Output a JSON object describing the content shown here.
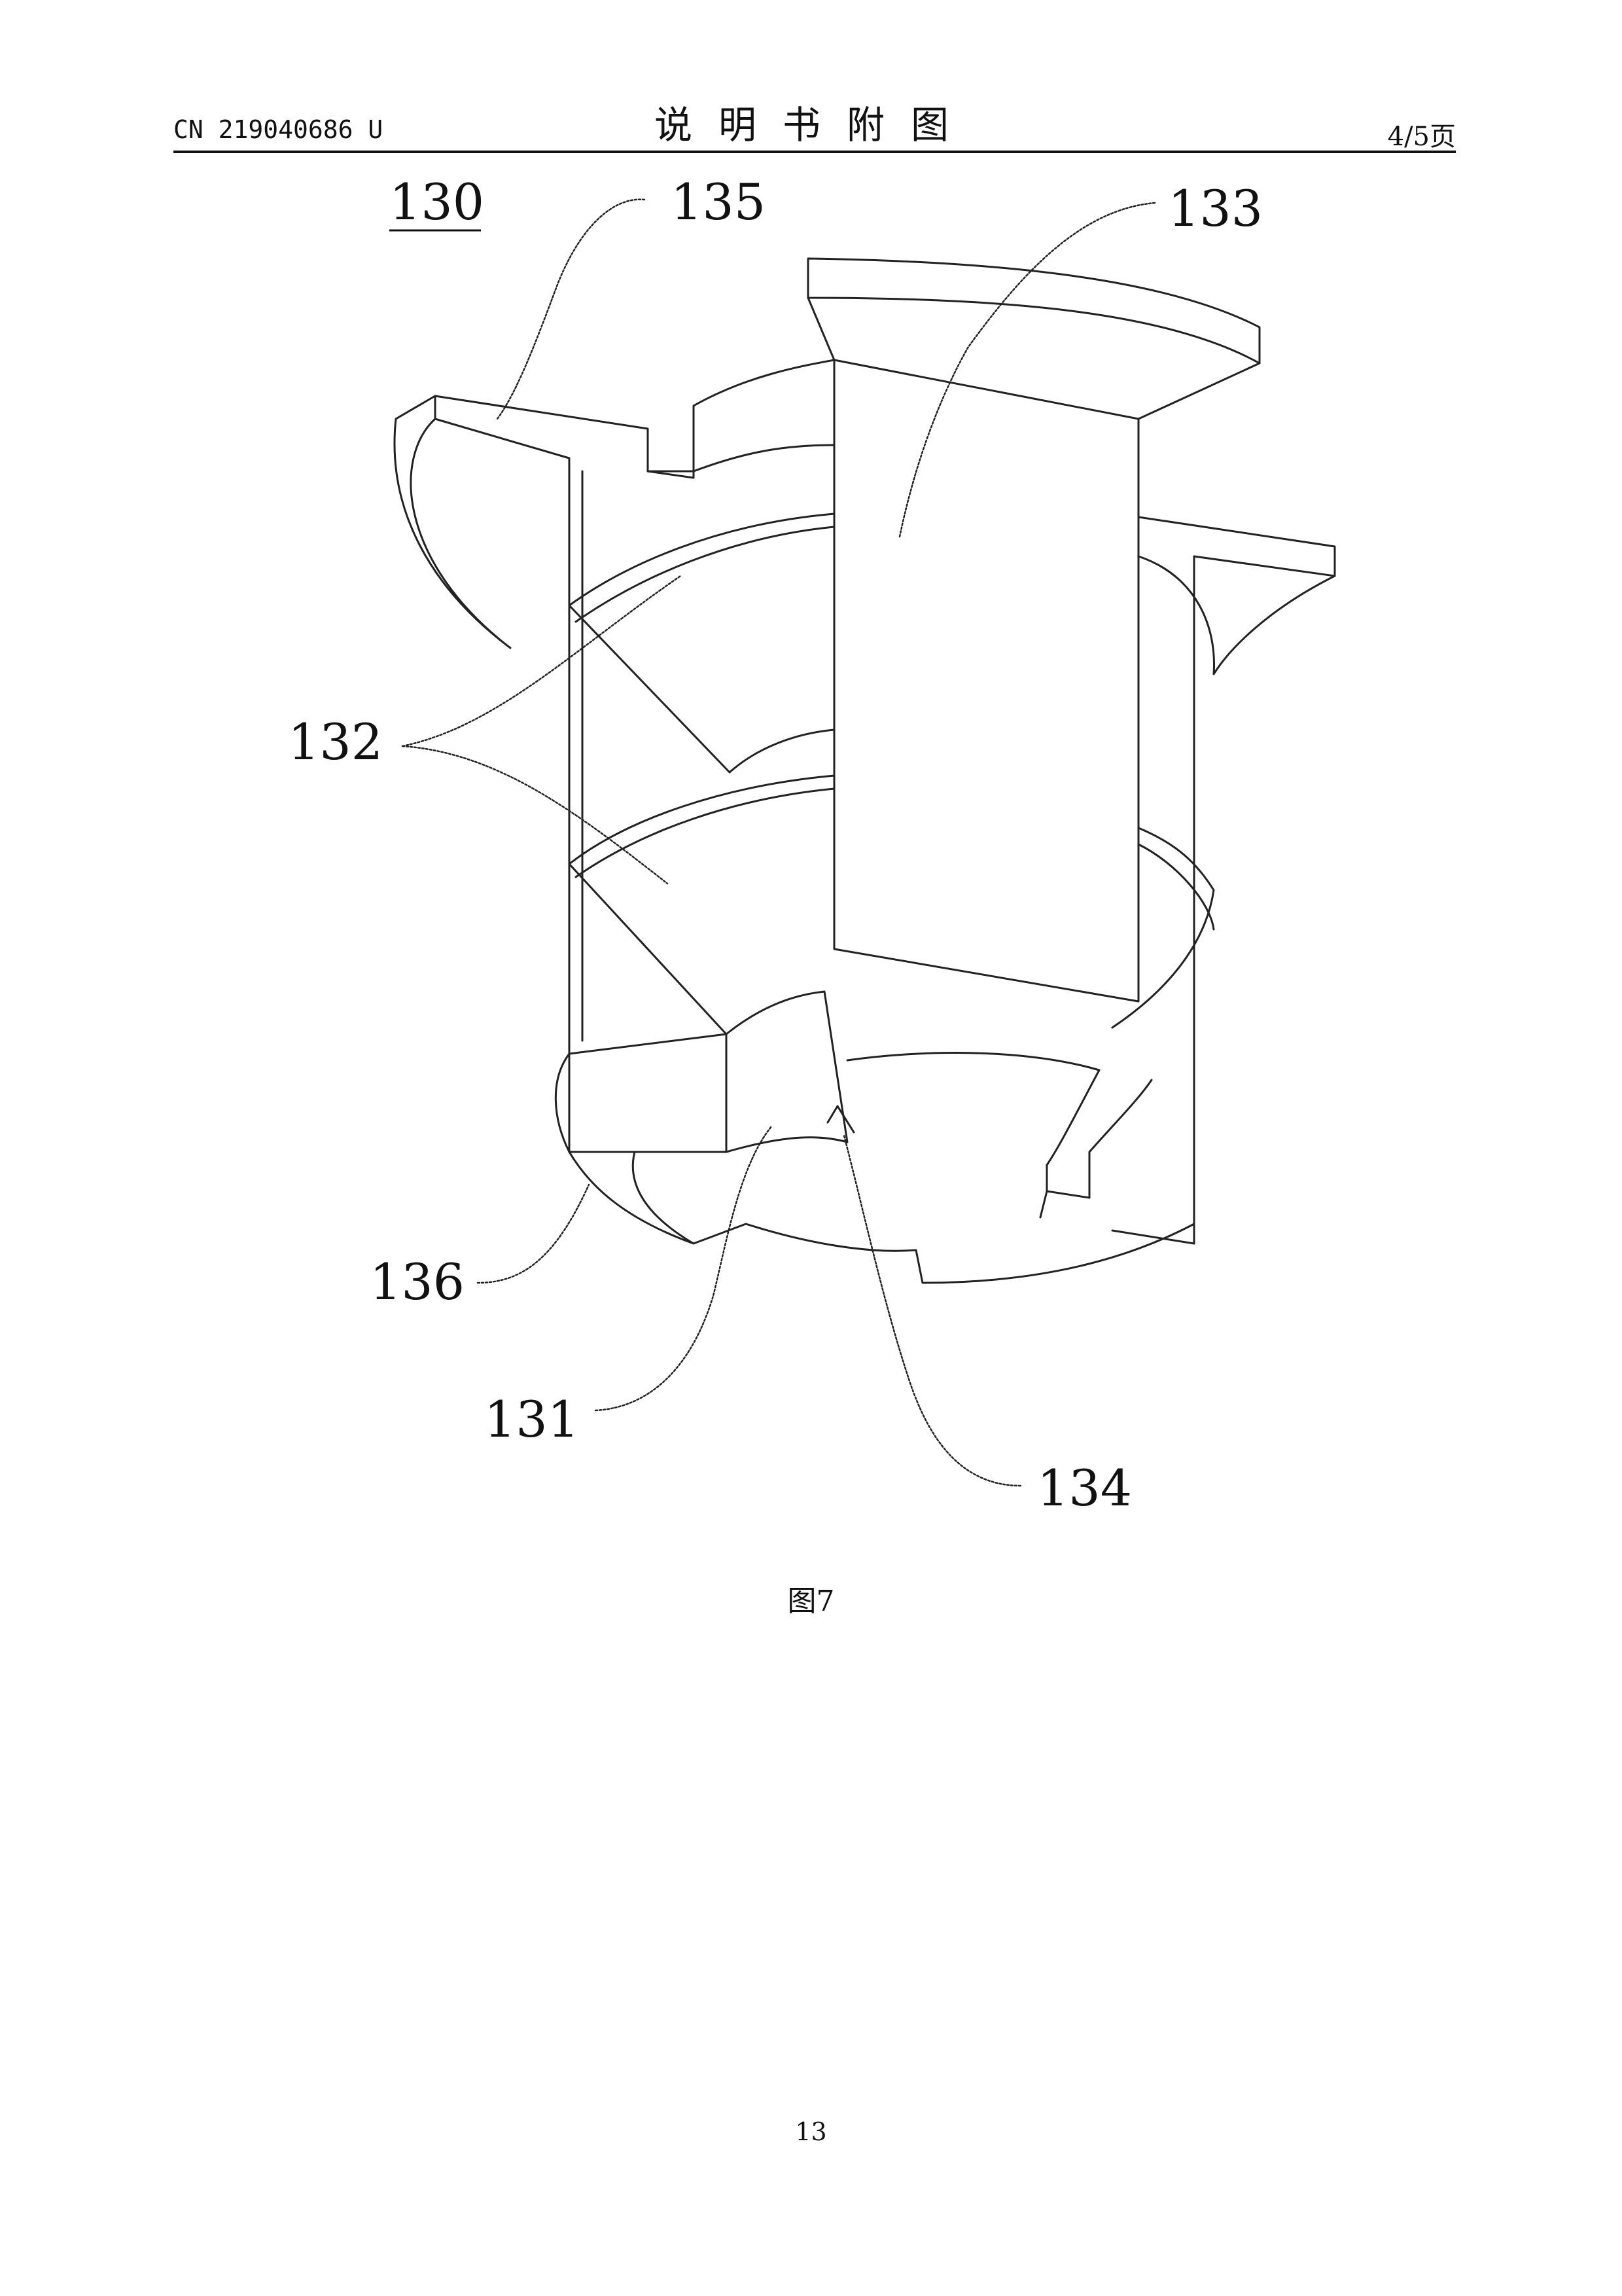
{
  "header": {
    "patent_number": "CN 219040686 U",
    "title": "说明书附图",
    "page_of": "4/5页"
  },
  "figure": {
    "reference_labels": {
      "assembly": "130",
      "l135": "135",
      "l133": "133",
      "l132": "132",
      "l136": "136",
      "l131": "131",
      "l134": "134"
    },
    "caption": "图7"
  },
  "footer": {
    "page_number": "13"
  }
}
